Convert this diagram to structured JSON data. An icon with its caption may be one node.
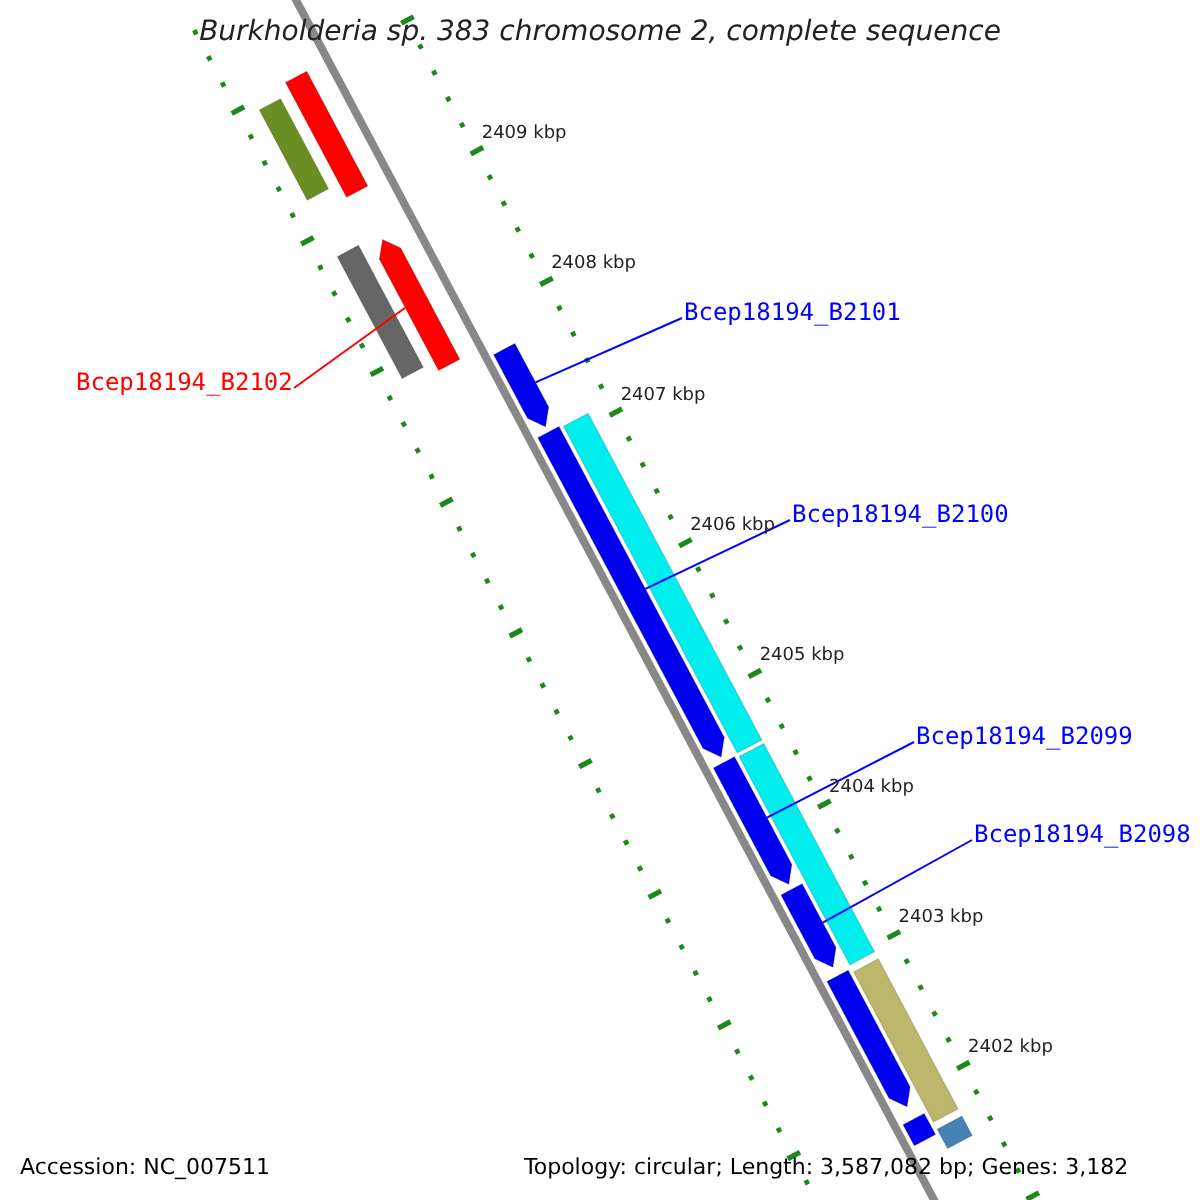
{
  "diagram": {
    "title": "Burkholderia sp. 383 chromosome 2, complete sequence",
    "nodes": [
      {
        "text": [
          "Bcep18194_B2101"
        ]
      },
      {
        "text": [
          "Bcep18194_B2102"
        ]
      },
      {
        "text": [
          "Bcep18194_B2100"
        ]
      },
      {
        "text": [
          "Bcep18194_B2099"
        ]
      },
      {
        "text": [
          "Bcep18194_B2098"
        ]
      },
      {
        "text": [],
        "shape": "bar"
      },
      {
        "text": [],
        "shape": "bar"
      },
      {
        "text": [],
        "shape": "bar"
      },
      {
        "text": [],
        "shape": "arrow"
      },
      {
        "text": [],
        "shape": "arrow"
      },
      {
        "text": [],
        "shape": "arrow"
      },
      {
        "text": [],
        "shape": "bar"
      },
      {
        "text": [],
        "shape": "arrow"
      },
      {
        "text": [],
        "shape": "bar"
      },
      {
        "text": [],
        "shape": "arrow"
      },
      {
        "text": [],
        "shape": "arrow"
      },
      {
        "text": [],
        "shape": "bar"
      },
      {
        "text": [],
        "shape": "arrow"
      },
      {
        "text": [],
        "shape": "bar"
      }
    ],
    "edges": [
      {
        "from": 0,
        "to": 9,
        "arrow": "none"
      },
      {
        "from": 1,
        "to": 8,
        "arrow": "none",
        "color": "#ff0000"
      },
      {
        "from": 2,
        "to": 10,
        "arrow": "none"
      },
      {
        "from": 3,
        "to": 12,
        "arrow": "none"
      },
      {
        "from": 4,
        "to": 14,
        "arrow": "none"
      }
    ],
    "labels": [
      "2409 kbp",
      "2408 kbp",
      "2407 kbp",
      "2406 kbp",
      "2405 kbp",
      "2404 kbp",
      "2403 kbp",
      "2402 kbp",
      "Accession: NC_007511",
      "Topology: circular; Length: 3,587,082 bp; Genes: 3,182"
    ]
  }
}
